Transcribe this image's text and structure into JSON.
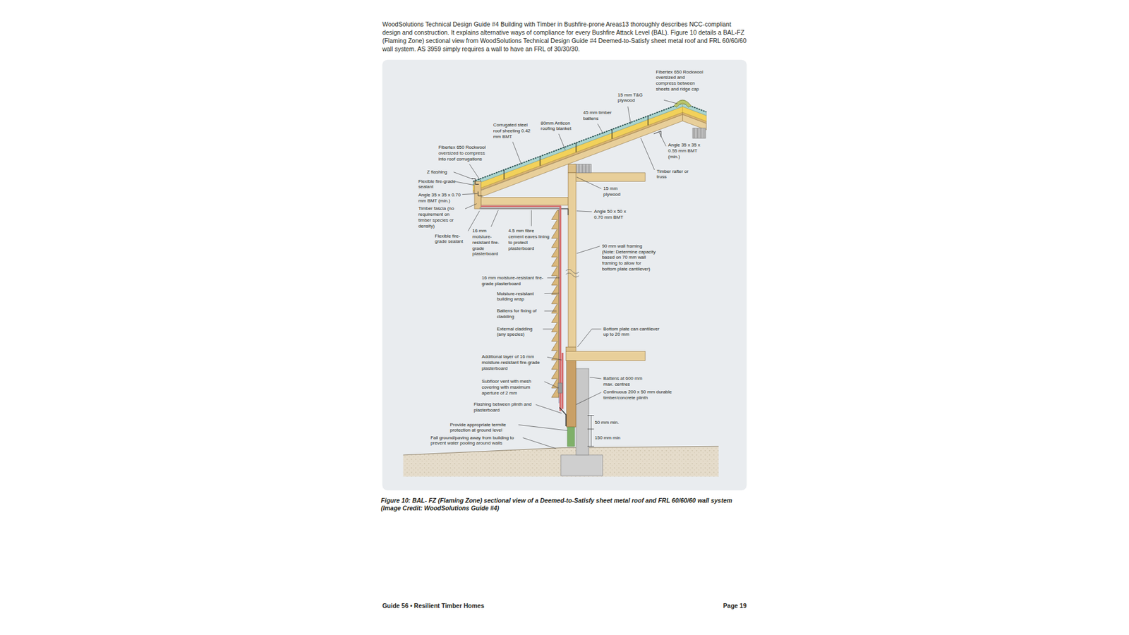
{
  "diagram": {
    "caption": "Figure 10: BAL- FZ (Flaming Zone) sectional view of a Deemed-to-Satisfy sheet metal roof and FRL 60/60/60 wall system (Image Credit: WoodSolutions Guide #4)",
    "labels": [
      "WoodSolutions Technical Design Guide #4 Building with Timber in Bushfire-prone Areas13 thoroughly describes NCC-compliant design and construction. It explains alternative ways of compliance for every Bushfire Attack Level (BAL). Figure 10 details a BAL-FZ (Flaming Zone) sectional view from WoodSolutions Technical Design Guide #4 Deemed-to-Satisfy sheet metal roof and FRL 60/60/60 wall system. AS 3959 simply requires a wall to have an FRL of 30/30/30.",
      "Fibertex 650 Rockwool oversized and compress between sheets and ridge cap",
      "15 mm T&G plywood",
      "45 mm timber battens",
      "Corrugated steel roof sheeting 0.42 mm BMT",
      "80mm Anticon roofing blanket",
      "Fibertex 650 Rockwool oversized to compress into roof corrugations",
      "Z flashing",
      "Flexible fire-grade sealant",
      "Angle 35 x 35 x 0.70 mm BMT (min.)",
      "Timber fascia (no requirement on timber species or density)",
      "Flexible fire-grade sealant",
      "16 mm moisture-resistant fire-grade plasterboard",
      "4.5 mm fibre cement eaves lining to protect plasterboard",
      "Angle 35 x 35 x 0.55 mm BMT (min.)",
      "Timber rafter or truss",
      "15 mm plywood",
      "Angle 50 x 50 x 0.70 mm BMT",
      "90 mm wall framing (Note: Determine capacity based on 70 mm wall framing to allow for bottom plate cantilever)",
      "16 mm moisture-resistant fire-grade plasterboard",
      "Moisture-resistant building wrap",
      "Battens for fixing of cladding",
      "External cladding (any species)",
      "Bottom plate can cantilever up to 20 mm",
      "Additional layer of 16 mm moisture-resistant fire-grade plasterboard",
      "Subfloor vent with mesh covering with maximum aperture of 2 mm",
      "Battens at 600 mm max. centres",
      "Continuous 200 x 50 mm durable timber/concrete plinth",
      "Flashing between plinth and plasterboard",
      "Provide appropriate termite protection at ground level",
      "Fall ground/paving away from building to prevent water pooling around walls",
      "50 mm min.",
      "150 mm min",
      "Guide 56 • Resilient Timber Homes",
      "Page 19"
    ]
  }
}
